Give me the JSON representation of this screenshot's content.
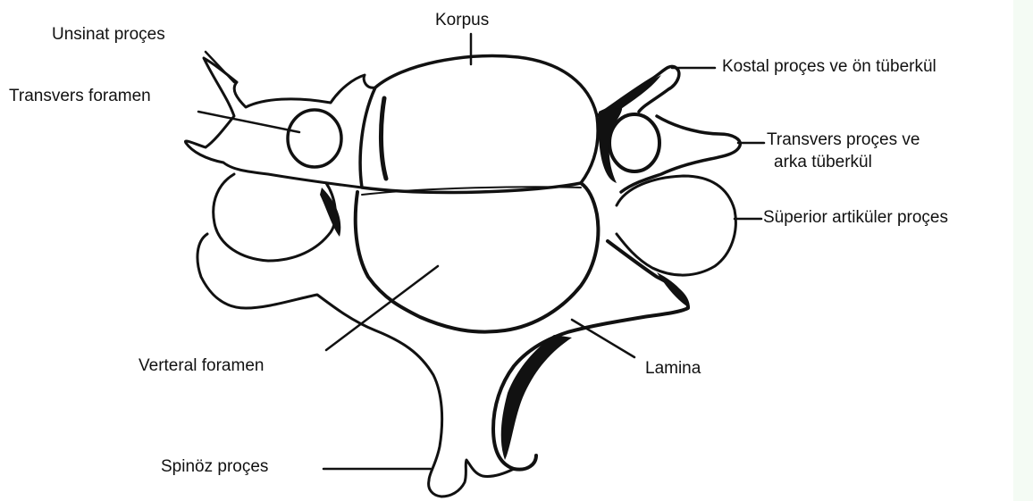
{
  "labels": {
    "korpus": "Korpus",
    "unsinat": "Unsinat proçes",
    "transvers_foramen": "Transvers foramen",
    "kostal": "Kostal proçes ve ön tüberkül",
    "transvers_proces_1": "Transvers proçes ve",
    "transvers_proces_2": "arka tüberkül",
    "superior": "Süperior artiküler proçes",
    "lamina": "Lamina",
    "verteral": "Verteral foramen",
    "spinoz": "Spinöz proçes"
  },
  "colors": {
    "ink": "#111111",
    "paper": "#ffffff",
    "strip": "#f4fbf4"
  }
}
